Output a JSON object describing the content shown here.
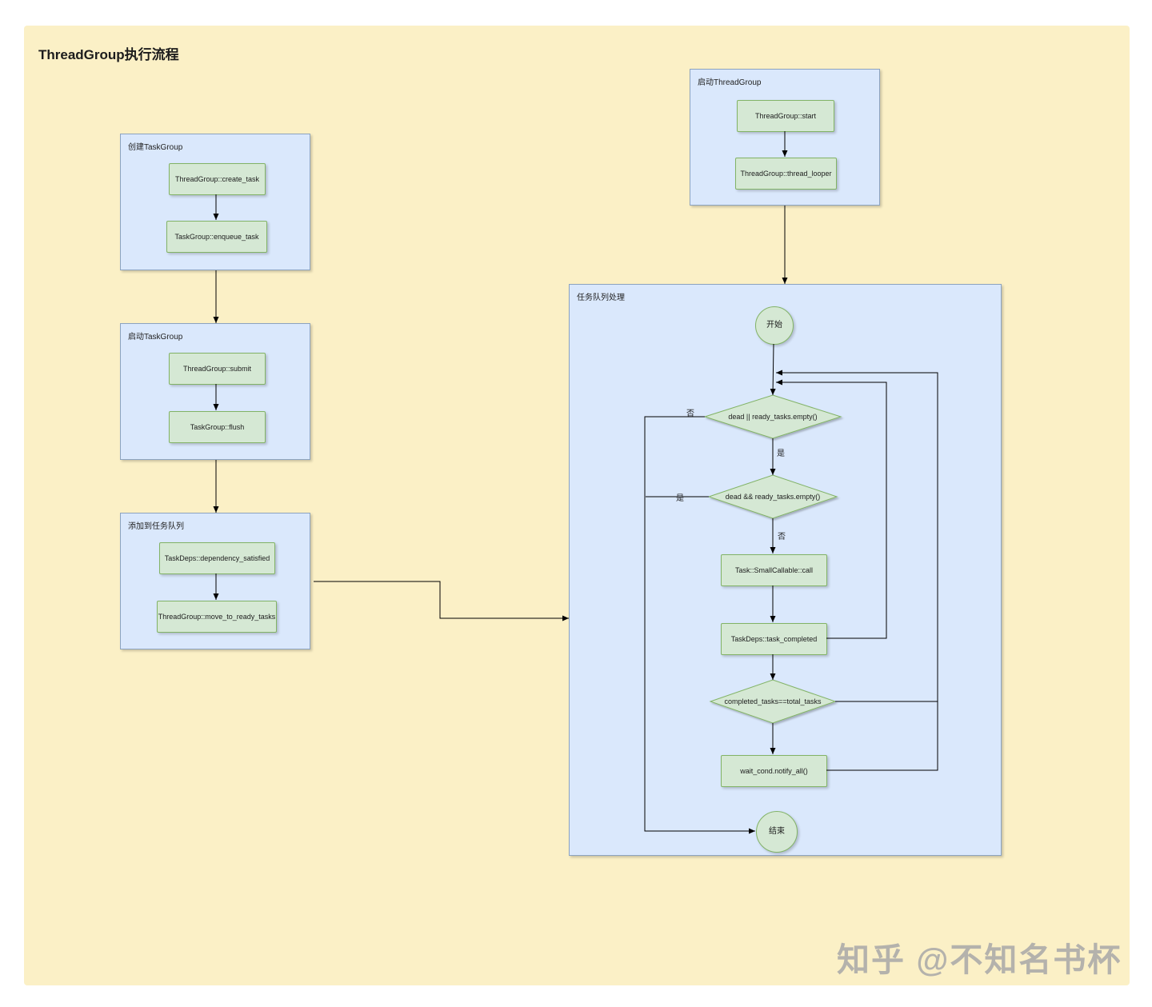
{
  "page": {
    "title": "ThreadGroup执行流程",
    "watermark": "知乎 @不知名书杯"
  },
  "colors": {
    "canvas_bg": "#FBF0C6",
    "group_fill": "#DAE8FC",
    "group_border": "#8CA3C0",
    "node_fill": "#D5E8D4",
    "node_border": "#82B366",
    "arrow": "#000000"
  },
  "groups": {
    "create_taskgroup": {
      "title": "创建TaskGroup",
      "nodes": {
        "create_task": "ThreadGroup::create_task",
        "enqueue_task": "TaskGroup::enqueue_task"
      }
    },
    "start_taskgroup": {
      "title": "启动TaskGroup",
      "nodes": {
        "submit": "ThreadGroup::submit",
        "flush": "TaskGroup::flush"
      }
    },
    "add_to_task_queue": {
      "title": "添加到任务队列",
      "nodes": {
        "dependency_satisfied": "TaskDeps::dependency_satisfied",
        "move_to_ready_tasks": "ThreadGroup::move_to_ready_tasks"
      }
    },
    "start_threadgroup": {
      "title": "启动ThreadGroup",
      "nodes": {
        "start": "ThreadGroup::start",
        "thread_looper": "ThreadGroup::thread_looper"
      }
    },
    "task_queue": {
      "title": "任务队列处理",
      "nodes": {
        "begin": "开始",
        "decision_dead_or_empty": "dead || ready_tasks.empty()",
        "decision_dead_and_empty": "dead && ready_tasks.empty()",
        "small_callable_call": "Task::SmallCallable::call",
        "task_completed": "TaskDeps::task_completed",
        "decision_completed_equals_total": "completed_tasks==total_tasks",
        "notify_all": "wait_cond.notify_all()",
        "end": "结束"
      },
      "edge_labels": {
        "d1_no": "否",
        "d1_yes": "是",
        "d2_yes": "是",
        "d2_no": "否"
      }
    }
  }
}
